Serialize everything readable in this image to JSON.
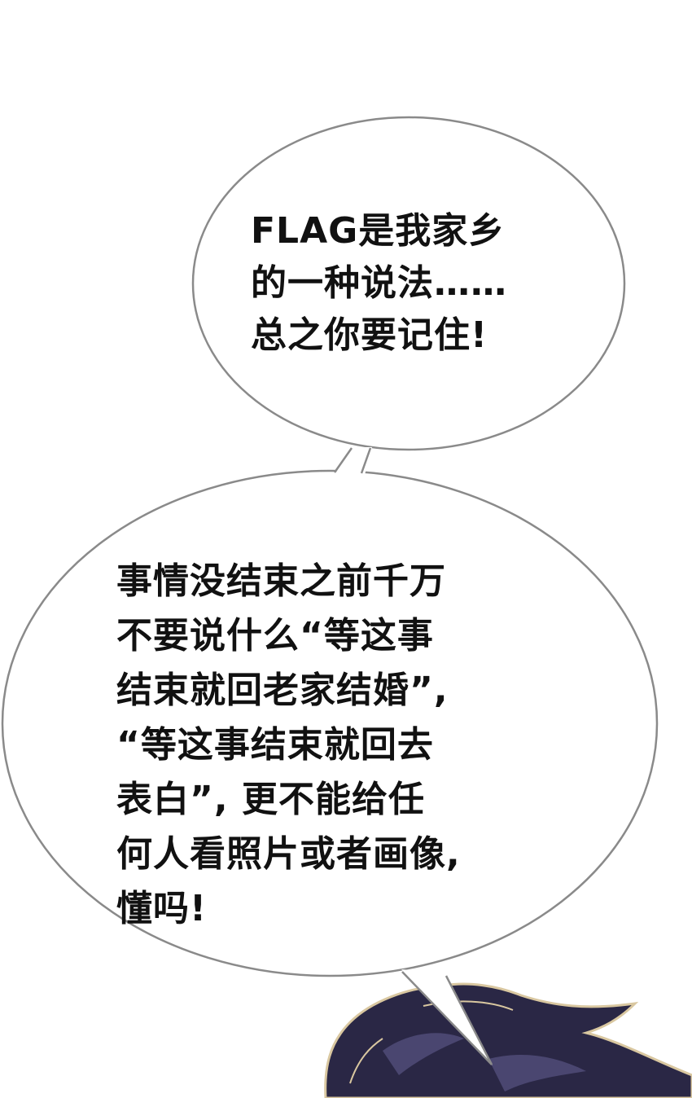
{
  "bubble_top": {
    "lines": [
      "FLAG是我家乡",
      "的一种说法……",
      "总之你要记住!"
    ]
  },
  "bubble_bottom": {
    "lines": [
      "事情没结束之前千万",
      "不要说什么“等这事",
      "结束就回老家结婚”,",
      "“等这事结束就回去",
      "表白”, 更不能给任",
      "何人看照片或者画像,",
      "懂吗!"
    ]
  },
  "colors": {
    "background": "#ffffff",
    "bubble_stroke": "#8a8a8a",
    "text": "#111111",
    "hair": "#2a2745",
    "hair_highlight": "#4a4670",
    "hair_outline": "#d9c7a0"
  },
  "icons": {
    "character": "character-hair"
  }
}
